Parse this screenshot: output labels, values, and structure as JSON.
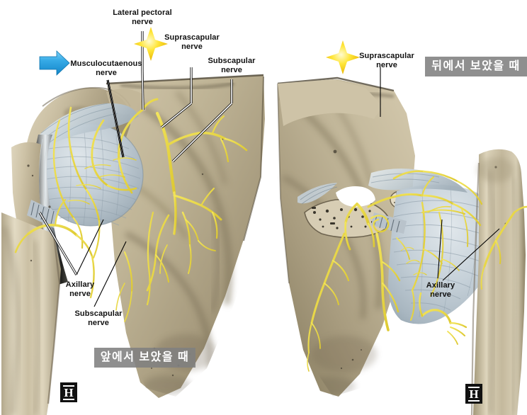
{
  "figure": {
    "title_text": "",
    "background_color": "#ffffff",
    "bone_color": "#c9bda2",
    "bone_shadow_color": "#8d8368",
    "capsule_color": "#bdc9d2",
    "nerve_color": "#e8d94a",
    "label_text_color": "#111111",
    "banner_bg_color": "#808080",
    "banner_text_color": "#ffffff",
    "arrow_color": "#29a8e0",
    "sparkle_color": "#f7d800"
  },
  "left_panel": {
    "view_banner": "앞에서 보았을 때",
    "labels": [
      {
        "id": "lateral-pectoral-nerve",
        "text": "Lateral pectoral\nnerve"
      },
      {
        "id": "suprascapular-nerve",
        "text": "Suprascapular\nnerve"
      },
      {
        "id": "musculocutaenous-nerve",
        "text": "Musculocutaenous\nnerve"
      },
      {
        "id": "subscapular-nerve-top",
        "text": "Subscapular\nnerve"
      },
      {
        "id": "axillary-nerve",
        "text": "Axillary\nnerve"
      },
      {
        "id": "subscapular-nerve-bottom",
        "text": "Subscapular\nnerve"
      }
    ],
    "markers": {
      "arrow_icon": "right-arrow-icon",
      "sparkle_icon": "sparkle-icon"
    },
    "logo": "H"
  },
  "right_panel": {
    "view_banner": "뒤에서 보았을 때",
    "labels": [
      {
        "id": "suprascapular-nerve",
        "text": "Suprascapular\nnerve"
      },
      {
        "id": "axillary-nerve",
        "text": "Axillary\nnerve"
      }
    ],
    "markers": {
      "sparkle_icon": "sparkle-icon"
    },
    "logo": "H"
  }
}
